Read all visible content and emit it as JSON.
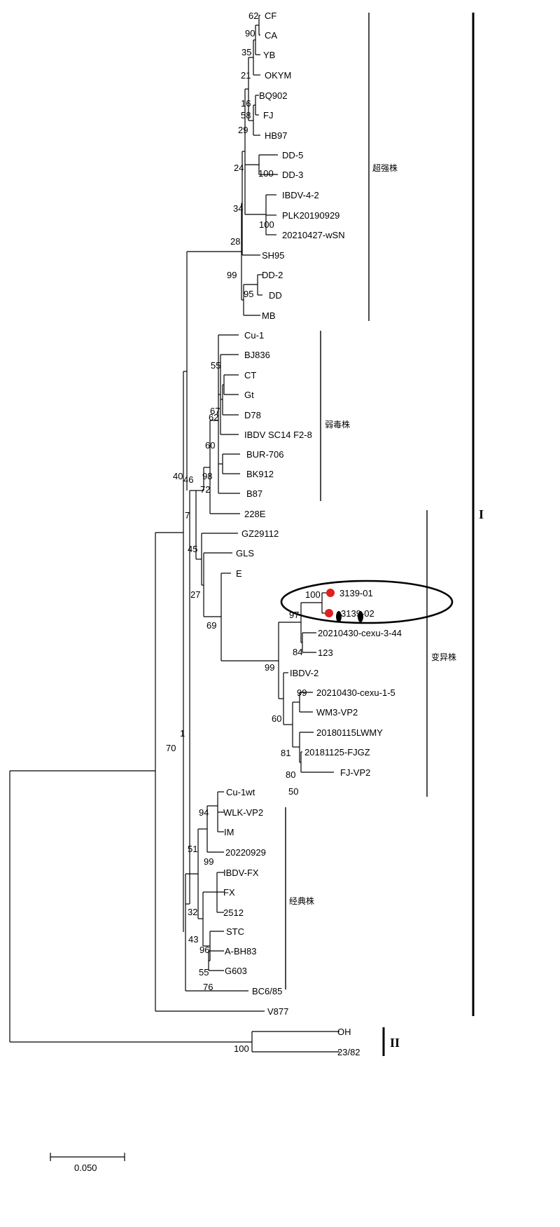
{
  "leaves": [
    "CF",
    "CA",
    "YB",
    "OKYM",
    "BQ902",
    "FJ",
    "HB97",
    "DD-5",
    "DD-3",
    "IBDV-4-2",
    "PLK20190929",
    "20210427-wSN",
    "SH95",
    "DD-2",
    "DD",
    "MB",
    "Cu-1",
    "BJ836",
    "CT",
    "Gt",
    "D78",
    "IBDV SC14 F2-8",
    "BUR-706",
    "BK912",
    "B87",
    "228E",
    "GZ29112",
    "GLS",
    "E",
    "3139-01",
    "3139-02",
    "20210430-cexu-3-44",
    "123",
    "IBDV-2",
    "20210430-cexu-1-5",
    "WM3-VP2",
    "20180115LWMY",
    "20181125-FJGZ",
    "FJ-VP2",
    "Cu-1wt",
    "WLK-VP2",
    "IM",
    "20220929",
    "IBDV-FX",
    "FX",
    "2512",
    "STC",
    "A-BH83",
    "G603",
    "BC6/85",
    "V877",
    "OH",
    "23/82"
  ],
  "bootstrap": [
    "62",
    "90",
    "35",
    "21",
    "16",
    "58",
    "29",
    "100",
    "24",
    "100",
    "34",
    "28",
    "95",
    "99",
    "55",
    "67",
    "62",
    "60",
    "98",
    "72",
    "46",
    "40",
    "7",
    "45",
    "27",
    "69",
    "100",
    "97",
    "84",
    "99",
    "99",
    "60",
    "81",
    "80",
    "50",
    "94",
    "51",
    "99",
    "32",
    "96",
    "55",
    "76",
    "43",
    "1",
    "70",
    "100"
  ],
  "groups": [
    "超强株",
    "弱毒株",
    "变异株",
    "经典株"
  ],
  "genotypes": [
    "I",
    "II"
  ],
  "scale_label": "0.050",
  "highlight_color": "#e0201f"
}
